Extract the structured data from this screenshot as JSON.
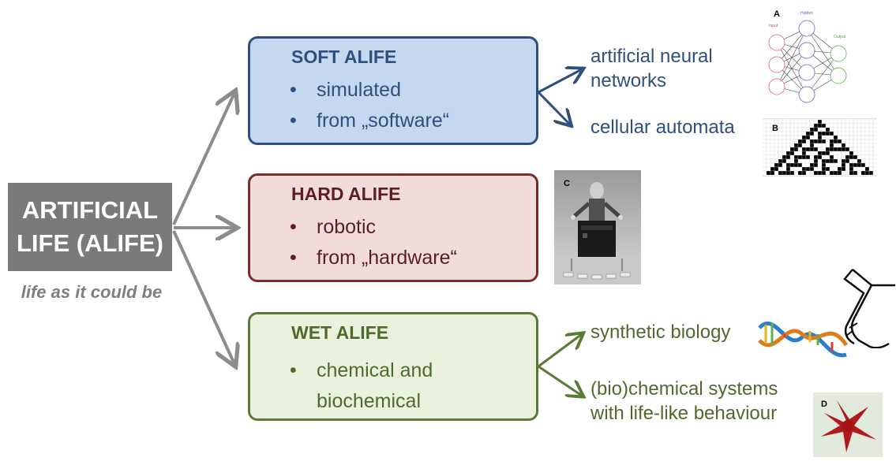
{
  "root": {
    "line1": "ARTIFICIAL",
    "line2": "LIFE (ALIFE)",
    "tagline": "life as it could be"
  },
  "soft": {
    "title": "SOFT ALIFE",
    "bullets": [
      "simulated",
      "from „software“"
    ]
  },
  "hard": {
    "title": "HARD ALIFE",
    "bullets": [
      "robotic",
      "from „hardware“"
    ]
  },
  "wet": {
    "title": "WET ALIFE",
    "bullets": [
      "chemical and biochemical"
    ]
  },
  "outputs": {
    "ann": "artificial neural networks",
    "ca": "cellular automata",
    "synbio": "synthetic biology",
    "biochem": "(bio)chemical systems with life-like behaviour"
  },
  "images": {
    "a_label": "A",
    "b_label": "B",
    "c_label": "C",
    "d_label": "D",
    "a_input": "Input",
    "a_hidden": "Hidden",
    "a_output": "Output"
  },
  "colors": {
    "soft": "#2f4f7f",
    "hard": "#7b2c2c",
    "wet": "#5a7a36",
    "root": "#7a7a7a"
  }
}
